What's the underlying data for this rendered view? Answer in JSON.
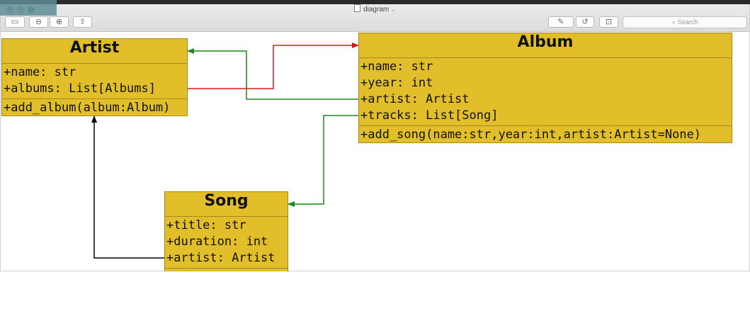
{
  "window": {
    "title": "diagram",
    "search_placeholder": "Search"
  },
  "classes": {
    "artist": {
      "name": "Artist",
      "attributes": [
        "+name: str",
        "+albums: List[Albums]"
      ],
      "methods": [
        "+add_album(album:Album)"
      ]
    },
    "album": {
      "name": "Album",
      "attributes": [
        "+name: str",
        "+year: int",
        "+artist: Artist",
        "+tracks: List[Song]"
      ],
      "methods": [
        "+add_song(name:str,year:int,artist:Artist=None)"
      ]
    },
    "song": {
      "name": "Song",
      "attributes": [
        "+title: str",
        "+duration: int",
        "+artist: Artist"
      ],
      "methods": []
    }
  },
  "colors": {
    "class_fill": "#e2bf2a",
    "link_red": "#d6181b",
    "link_green": "#1b8a1b",
    "link_black": "#000000"
  },
  "links": [
    {
      "from": "Artist.albums",
      "to": "Album",
      "color": "red"
    },
    {
      "from": "Album.artist",
      "to": "Artist",
      "color": "green"
    },
    {
      "from": "Album.tracks",
      "to": "Song",
      "color": "green"
    },
    {
      "from": "Song.artist",
      "to": "Artist",
      "color": "black"
    }
  ]
}
